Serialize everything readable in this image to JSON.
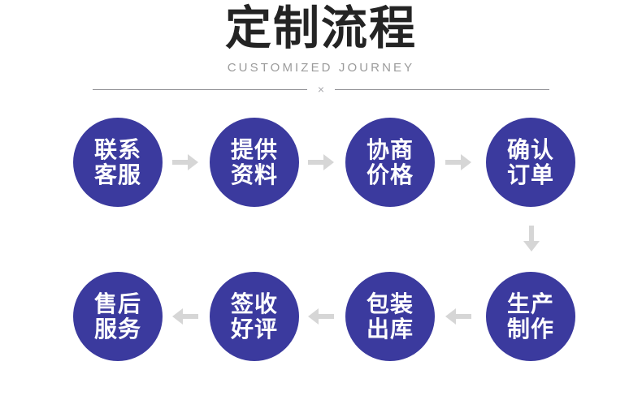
{
  "header": {
    "title": "定制流程",
    "subtitle": "CUSTOMIZED JOURNEY",
    "divider_mark": "×"
  },
  "colors": {
    "node_fill": "#3b3a9e",
    "node_text": "#ffffff",
    "title_text": "#242424",
    "subtitle_text": "#9b9b9b",
    "divider_line": "#8e8e93",
    "divider_mark": "#a8a8ad",
    "arrow": "#d6d6d6",
    "background": "#ffffff"
  },
  "flow": {
    "row1": [
      {
        "line1": "联系",
        "line2": "客服"
      },
      {
        "line1": "提供",
        "line2": "资料"
      },
      {
        "line1": "协商",
        "line2": "价格"
      },
      {
        "line1": "确认",
        "line2": "订单"
      }
    ],
    "row2": [
      {
        "line1": "售后",
        "line2": "服务"
      },
      {
        "line1": "签收",
        "line2": "好评"
      },
      {
        "line1": "包装",
        "line2": "出库"
      },
      {
        "line1": "生产",
        "line2": "制作"
      }
    ],
    "arrows": {
      "row1_direction": "right",
      "row2_direction": "left",
      "connector_direction": "down"
    }
  }
}
